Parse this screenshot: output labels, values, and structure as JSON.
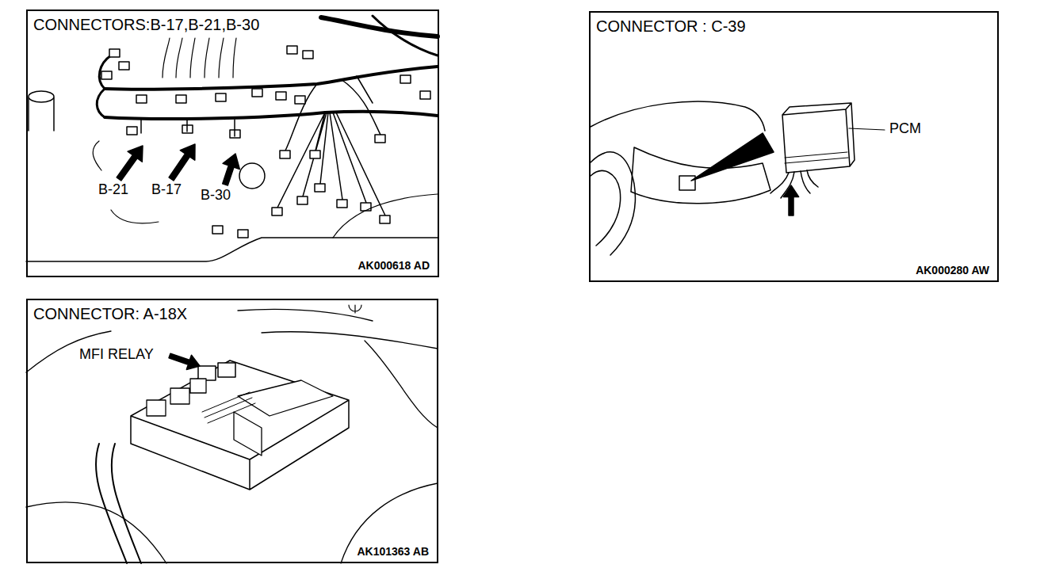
{
  "diagram": {
    "nodes": [
      {
        "text": [
          "CONNECTORS:B-17,B-21,B-30",
          "AK000618 AD"
        ]
      },
      {
        "text": [
          "CONNECTOR : C-39",
          "AK000280 AW"
        ]
      },
      {
        "text": [
          "CONNECTOR: A-18X",
          "AK101363 AB"
        ]
      }
    ],
    "labels": [
      "B-21",
      "B-17",
      "B-30",
      "PCM",
      "MFI RELAY"
    ]
  }
}
